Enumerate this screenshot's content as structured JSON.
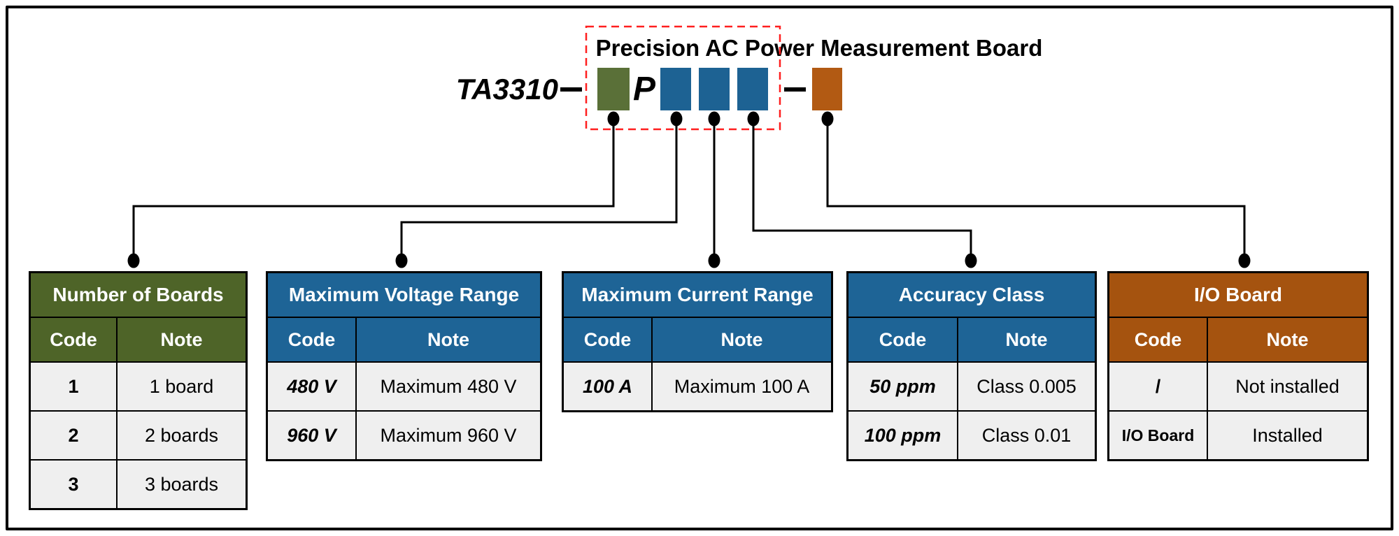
{
  "product": {
    "model": "TA3310",
    "dash": "—",
    "letter": "P",
    "title": "Precision AC Power Measurement Board"
  },
  "colors": {
    "tgreen": "#4E6428",
    "tblue": "#1E6496",
    "torange": "#A5530F",
    "bgreen": "#5A7038",
    "bblue": "#1D6293",
    "borange": "#B25A13",
    "red": "#FF1F1F",
    "row": "#EFEFEF",
    "line": "#000000"
  },
  "tables": [
    {
      "title": "Number of Boards",
      "headers": [
        "Code",
        "Note"
      ],
      "rows": [
        [
          "1",
          "1 board"
        ],
        [
          "2",
          "2 boards"
        ],
        [
          "3",
          "3 boards"
        ]
      ]
    },
    {
      "title": "Maximum Voltage Range",
      "headers": [
        "Code",
        "Note"
      ],
      "rows": [
        [
          "480 V",
          "Maximum 480 V"
        ],
        [
          "960 V",
          "Maximum 960 V"
        ]
      ]
    },
    {
      "title": "Maximum Current Range",
      "headers": [
        "Code",
        "Note"
      ],
      "rows": [
        [
          "100 A",
          "Maximum 100 A"
        ]
      ]
    },
    {
      "title": "Accuracy Class",
      "headers": [
        "Code",
        "Note"
      ],
      "rows": [
        [
          "50 ppm",
          "Class 0.005"
        ],
        [
          "100 ppm",
          "Class 0.01"
        ]
      ]
    },
    {
      "title": "I/O Board",
      "headers": [
        "Code",
        "Note"
      ],
      "rows": [
        [
          "/",
          "Not installed"
        ],
        [
          "I/O Board",
          "Installed"
        ]
      ]
    }
  ]
}
